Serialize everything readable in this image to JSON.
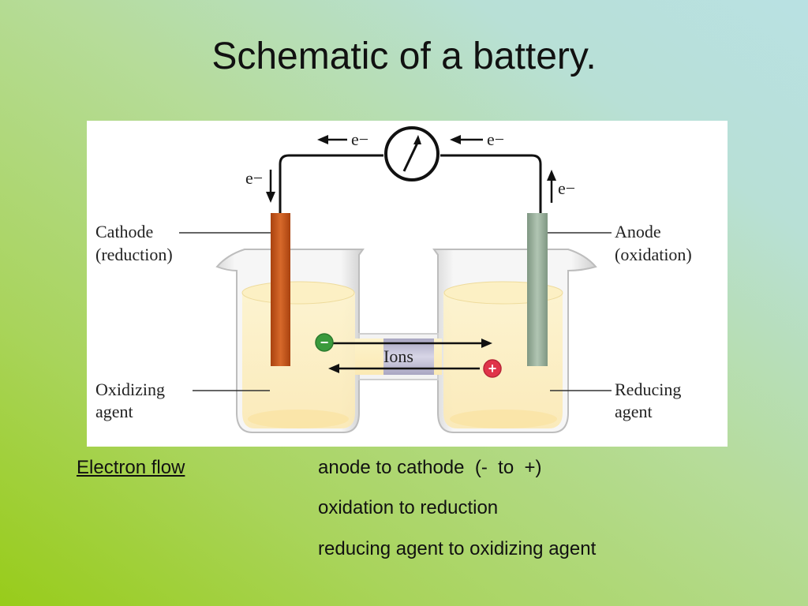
{
  "slide": {
    "title": "Schematic of a battery."
  },
  "diagram": {
    "electron_symbol": "e−",
    "cathode_label_line1": "Cathode",
    "cathode_label_line2": "(reduction)",
    "anode_label_line1": "Anode",
    "anode_label_line2": "(oxidation)",
    "oxidizing_label_line1": "Oxidizing",
    "oxidizing_label_line2": "agent",
    "reducing_label_line1": "Reducing",
    "reducing_label_line2": "agent",
    "ions_label": "Ions",
    "negative_ion_sign": "−",
    "positive_ion_sign": "+",
    "colors": {
      "cathode": "#c2571d",
      "anode": "#9bb39e",
      "wire": "#111111",
      "solution": "#fbeebc",
      "negative_ion": "#3a9a3c",
      "positive_ion": "#e0344a"
    }
  },
  "electron_flow": {
    "heading": "Electron flow",
    "lines": [
      "anode to cathode  (-  to  +)",
      "oxidation to reduction",
      "reducing agent to oxidizing agent"
    ]
  }
}
